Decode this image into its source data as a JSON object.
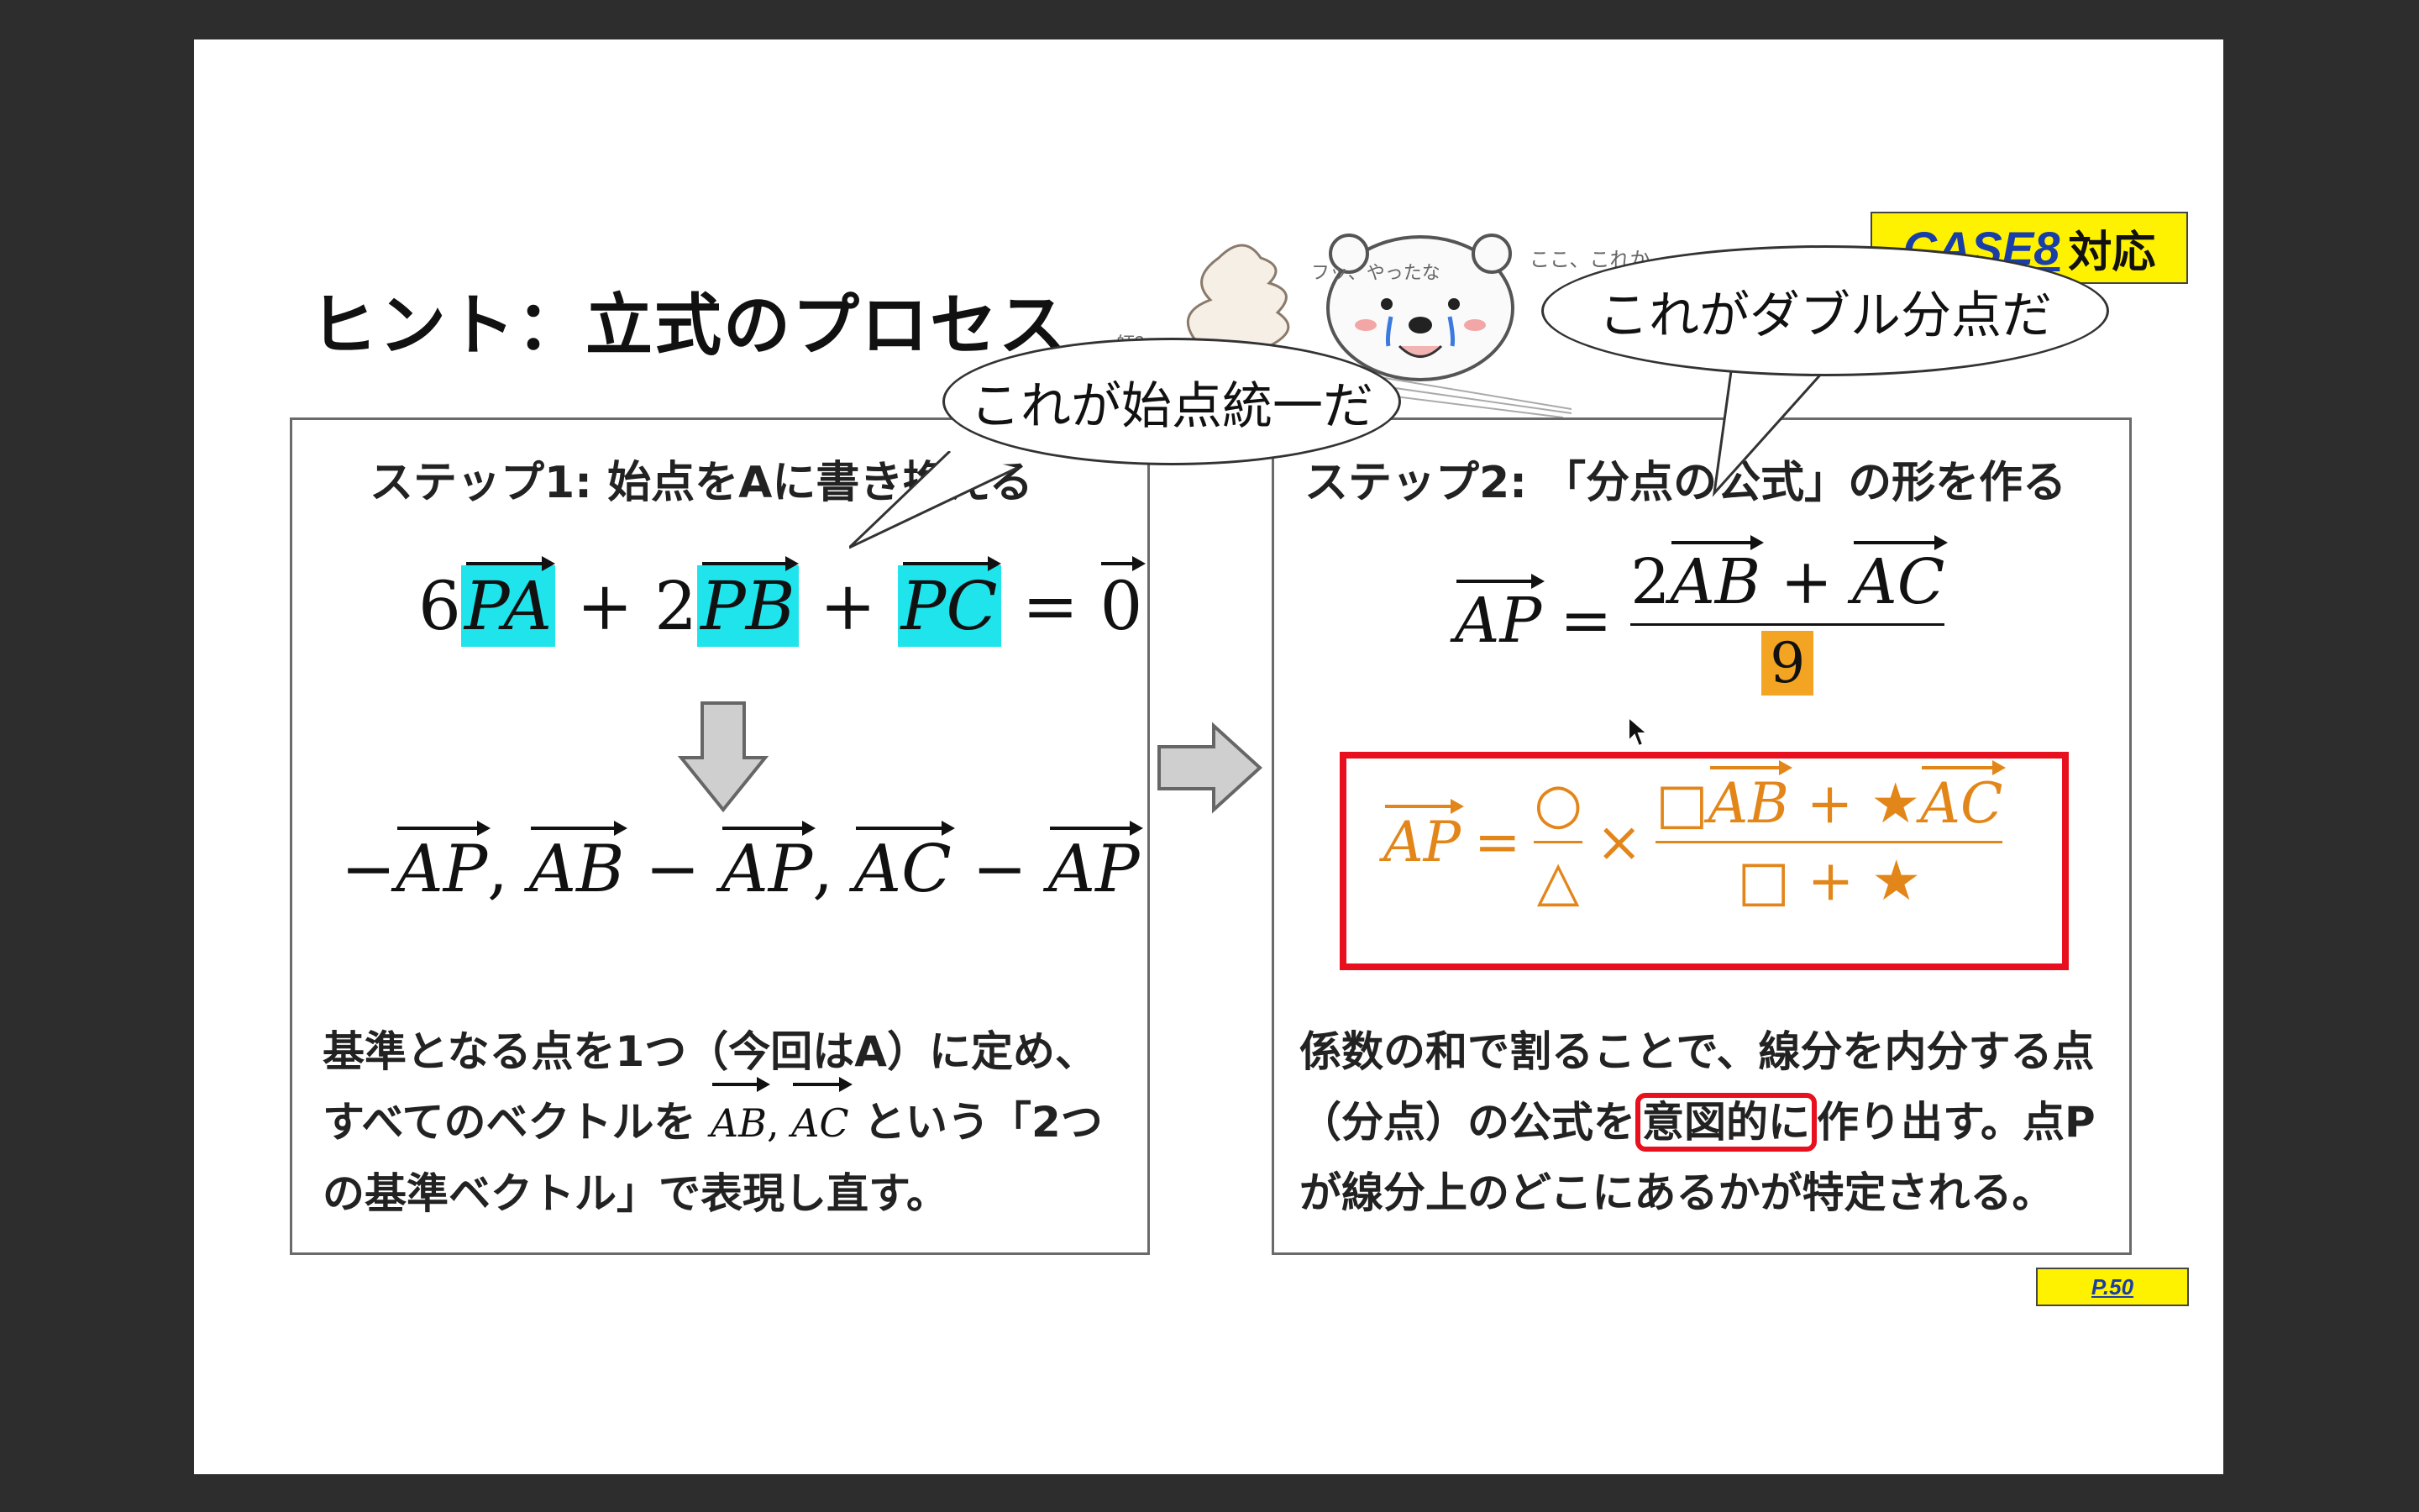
{
  "slide": {
    "title": "ヒント：立式のプロセス",
    "case_tag": {
      "case": "CASE8",
      "suffix": "対応"
    },
    "page_tag": "P.50",
    "sketch_texts": [
      "フッ、やったな",
      "師？→",
      "ここ、これか"
    ]
  },
  "bubbles": {
    "left": "これが始点統一だ",
    "right": "これがダブル分点だ"
  },
  "step1": {
    "heading": "ステップ1: 始点をAに書き換える",
    "equation": {
      "c1": "6",
      "v1": "PA",
      "op1": "+ 2",
      "v2": "PB",
      "op2": "+",
      "v3": "PC",
      "eq": "=",
      "zero": "0"
    },
    "rewrite": {
      "minus": "−",
      "ap": "AP",
      "comma": ",",
      "ab": "AB",
      "ac": "AC"
    },
    "text_line1": "基準となる点を1つ（今回はA）に定め、",
    "text_line2_a": "すべてのベクトルを ",
    "text_line2_b": " という「2つ",
    "text_line3": "の基準ベクトル」で表現し直す。",
    "inline_vectors": {
      "v1": "AB",
      "sep": ",",
      "v2": "AC"
    }
  },
  "step2": {
    "heading": "ステップ2: 「分点の公式」の形を作る",
    "formula": {
      "lhs": "AP",
      "eq": "=",
      "num_coef": "2",
      "num_v1": "AB",
      "plus": "+",
      "num_v2": "AC",
      "den": "9"
    },
    "general": {
      "lhs": "AP",
      "eq": "=",
      "circle": "○",
      "triangle": "△",
      "times": "×",
      "square": "□",
      "star": "★",
      "ab": "AB",
      "ac": "AC",
      "plus": "+"
    },
    "text_line1": "係数の和で割ることで、線分を内分する点",
    "text_line2_a": "（分点）の公式を",
    "text_line2_hl": "意図的に",
    "text_line2_b": "作り出す。点P",
    "text_line3": "が線分上のどこにあるかが特定される。"
  },
  "colors": {
    "highlight": "#1fe4ec",
    "orange": "#e3861a",
    "red": "#e8101e",
    "yellow": "#fff200",
    "tag_blue": "#1a3ea8"
  }
}
